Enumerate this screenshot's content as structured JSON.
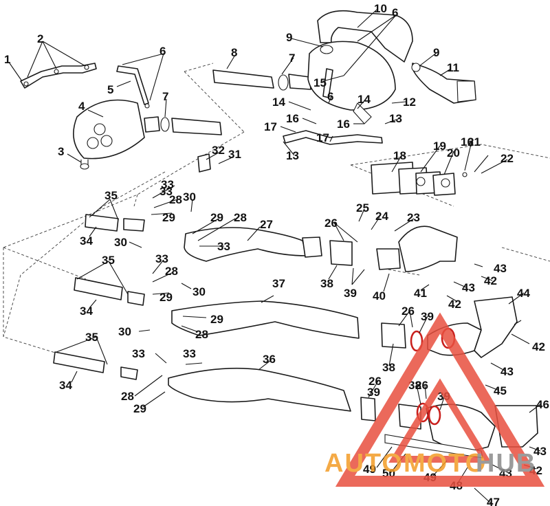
{
  "diagram": {
    "callouts": [
      "1",
      "2",
      "3",
      "4",
      "5",
      "6",
      "6",
      "6",
      "7",
      "7",
      "8",
      "9",
      "9",
      "10",
      "11",
      "12",
      "13",
      "13",
      "14",
      "14",
      "15",
      "16",
      "16",
      "16",
      "17",
      "17",
      "18",
      "19",
      "20",
      "21",
      "22",
      "23",
      "24",
      "25",
      "26",
      "26",
      "26",
      "26",
      "27",
      "28",
      "28",
      "28",
      "28",
      "28",
      "29",
      "29",
      "29",
      "29",
      "29",
      "30",
      "30",
      "30",
      "30",
      "31",
      "32",
      "33",
      "33",
      "33",
      "33",
      "33",
      "33",
      "34",
      "34",
      "34",
      "35",
      "35",
      "35",
      "36",
      "37",
      "38",
      "38",
      "38",
      "39",
      "39",
      "39",
      "39",
      "40",
      "41",
      "42",
      "42",
      "42",
      "42",
      "43",
      "43",
      "43",
      "43",
      "43",
      "44",
      "45",
      "46",
      "47",
      "48",
      "49",
      "49",
      "50"
    ]
  },
  "watermark": {
    "text_orange": "AUTOMOTO",
    "text_gray": "HUB",
    "colors": {
      "triangle": "#e8503f",
      "orange": "#f39c26",
      "gray": "#8a8a8a"
    }
  }
}
